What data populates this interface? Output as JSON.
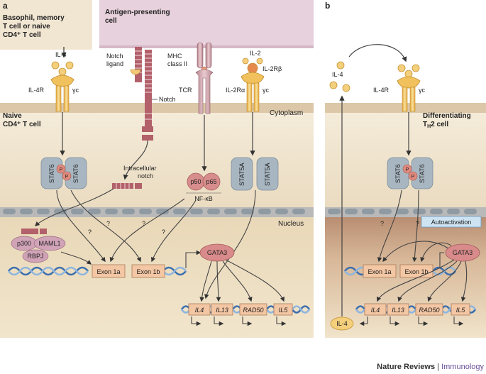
{
  "panel_a": {
    "letter": "a",
    "basophil": [
      "Basophil, memory",
      "T cell or naive",
      "CD4⁺ T cell"
    ],
    "apc": [
      "Antigen-presenting",
      "cell"
    ],
    "il4": "IL-4",
    "il4r": "IL-4R",
    "gamma_c": "γc",
    "notch_ligand": [
      "Notch",
      "ligand"
    ],
    "notch": "Notch",
    "mhc": [
      "MHC",
      "class II"
    ],
    "tcr": "TCR",
    "il2": "IL-2",
    "il2rb": "IL-2Rβ",
    "il2ra": "IL-2Rα",
    "naive": [
      "Naive",
      "CD4⁺ T cell"
    ],
    "cytoplasm": "Cytoplasm",
    "stat6": "STAT6",
    "p": "P",
    "intracellular_notch": [
      "Intracellular",
      "notch"
    ],
    "p50": "p50",
    "p65": "p65",
    "nfkb": "NF-κB",
    "stat5a": "STAT5A",
    "nucleus": "Nucleus",
    "p300": "p300",
    "maml1": "MAML1",
    "rbpj": "RBPJ",
    "question": "?",
    "exon1a": "Exon 1a",
    "exon1b": "Exon 1b",
    "gata3": "GATA3",
    "genes": [
      "IL4",
      "IL13",
      "RAD50",
      "IL5"
    ]
  },
  "panel_b": {
    "letter": "b",
    "il4": "IL-4",
    "il4r": "IL-4R",
    "gamma_c": "γc",
    "differentiating": [
      "Differentiating",
      "T",
      "H",
      "2 cell"
    ],
    "stat6": "STAT6",
    "autoactivation": "Autoactivation",
    "gata3": "GATA3",
    "exon1a": "Exon 1a",
    "exon1b": "Exon 1b",
    "genes": [
      "IL4",
      "IL13",
      "RAD50",
      "IL5"
    ],
    "il4_out": "IL-4"
  },
  "credit": {
    "journal": "Nature Reviews",
    "sep": " | ",
    "section": "Immunology"
  },
  "colors": {
    "membrane": "#d9c6a6",
    "cytoplasm": "#efe4cf",
    "nucleus": "#e7d2ae",
    "stat": "#a9b7c2",
    "pink": "#d98a8a",
    "exon": "#f3c6a4",
    "dna": "#4a78b0"
  }
}
